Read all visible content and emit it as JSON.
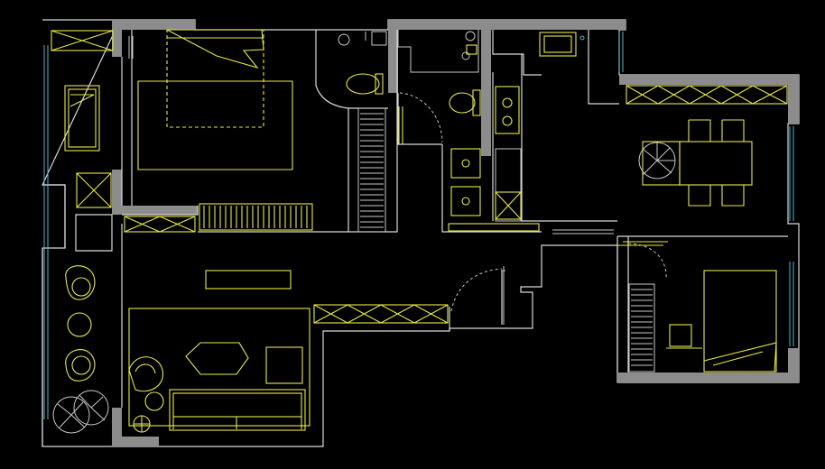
{
  "drawing": {
    "kind": "floor-plan",
    "colors": {
      "background": "#000000",
      "wall_line": "#d9d9d9",
      "wall_fill": "#8c8c8c",
      "furniture": "#e8e84a",
      "window_glass": "#4fb7c9"
    },
    "rooms": [
      "master-bedroom",
      "bathroom",
      "second-bathroom",
      "kitchen",
      "dining-area",
      "second-bedroom",
      "living-room",
      "balcony"
    ]
  }
}
